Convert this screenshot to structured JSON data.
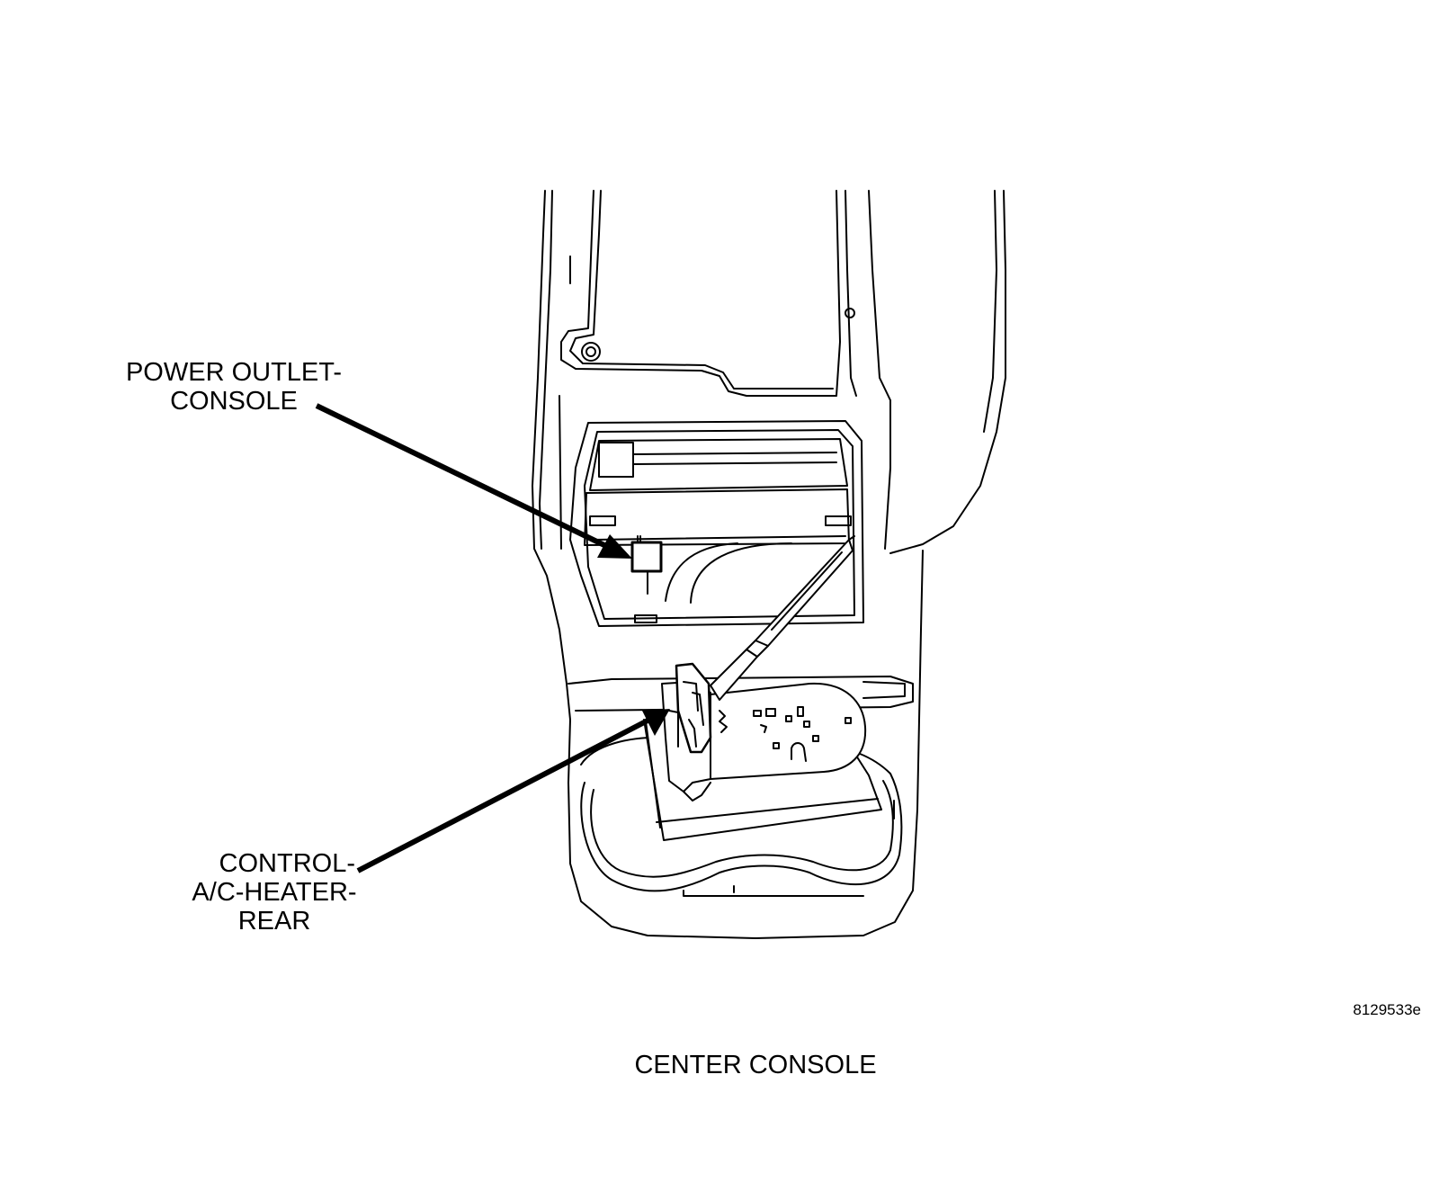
{
  "callouts": {
    "power_outlet": {
      "line1": "POWER OUTLET-",
      "line2": "CONSOLE"
    },
    "control": {
      "line1": "CONTROL-",
      "line2": "A/C-HEATER-",
      "line3": "REAR"
    }
  },
  "figure_number": "8129533e",
  "caption": "CENTER CONSOLE"
}
